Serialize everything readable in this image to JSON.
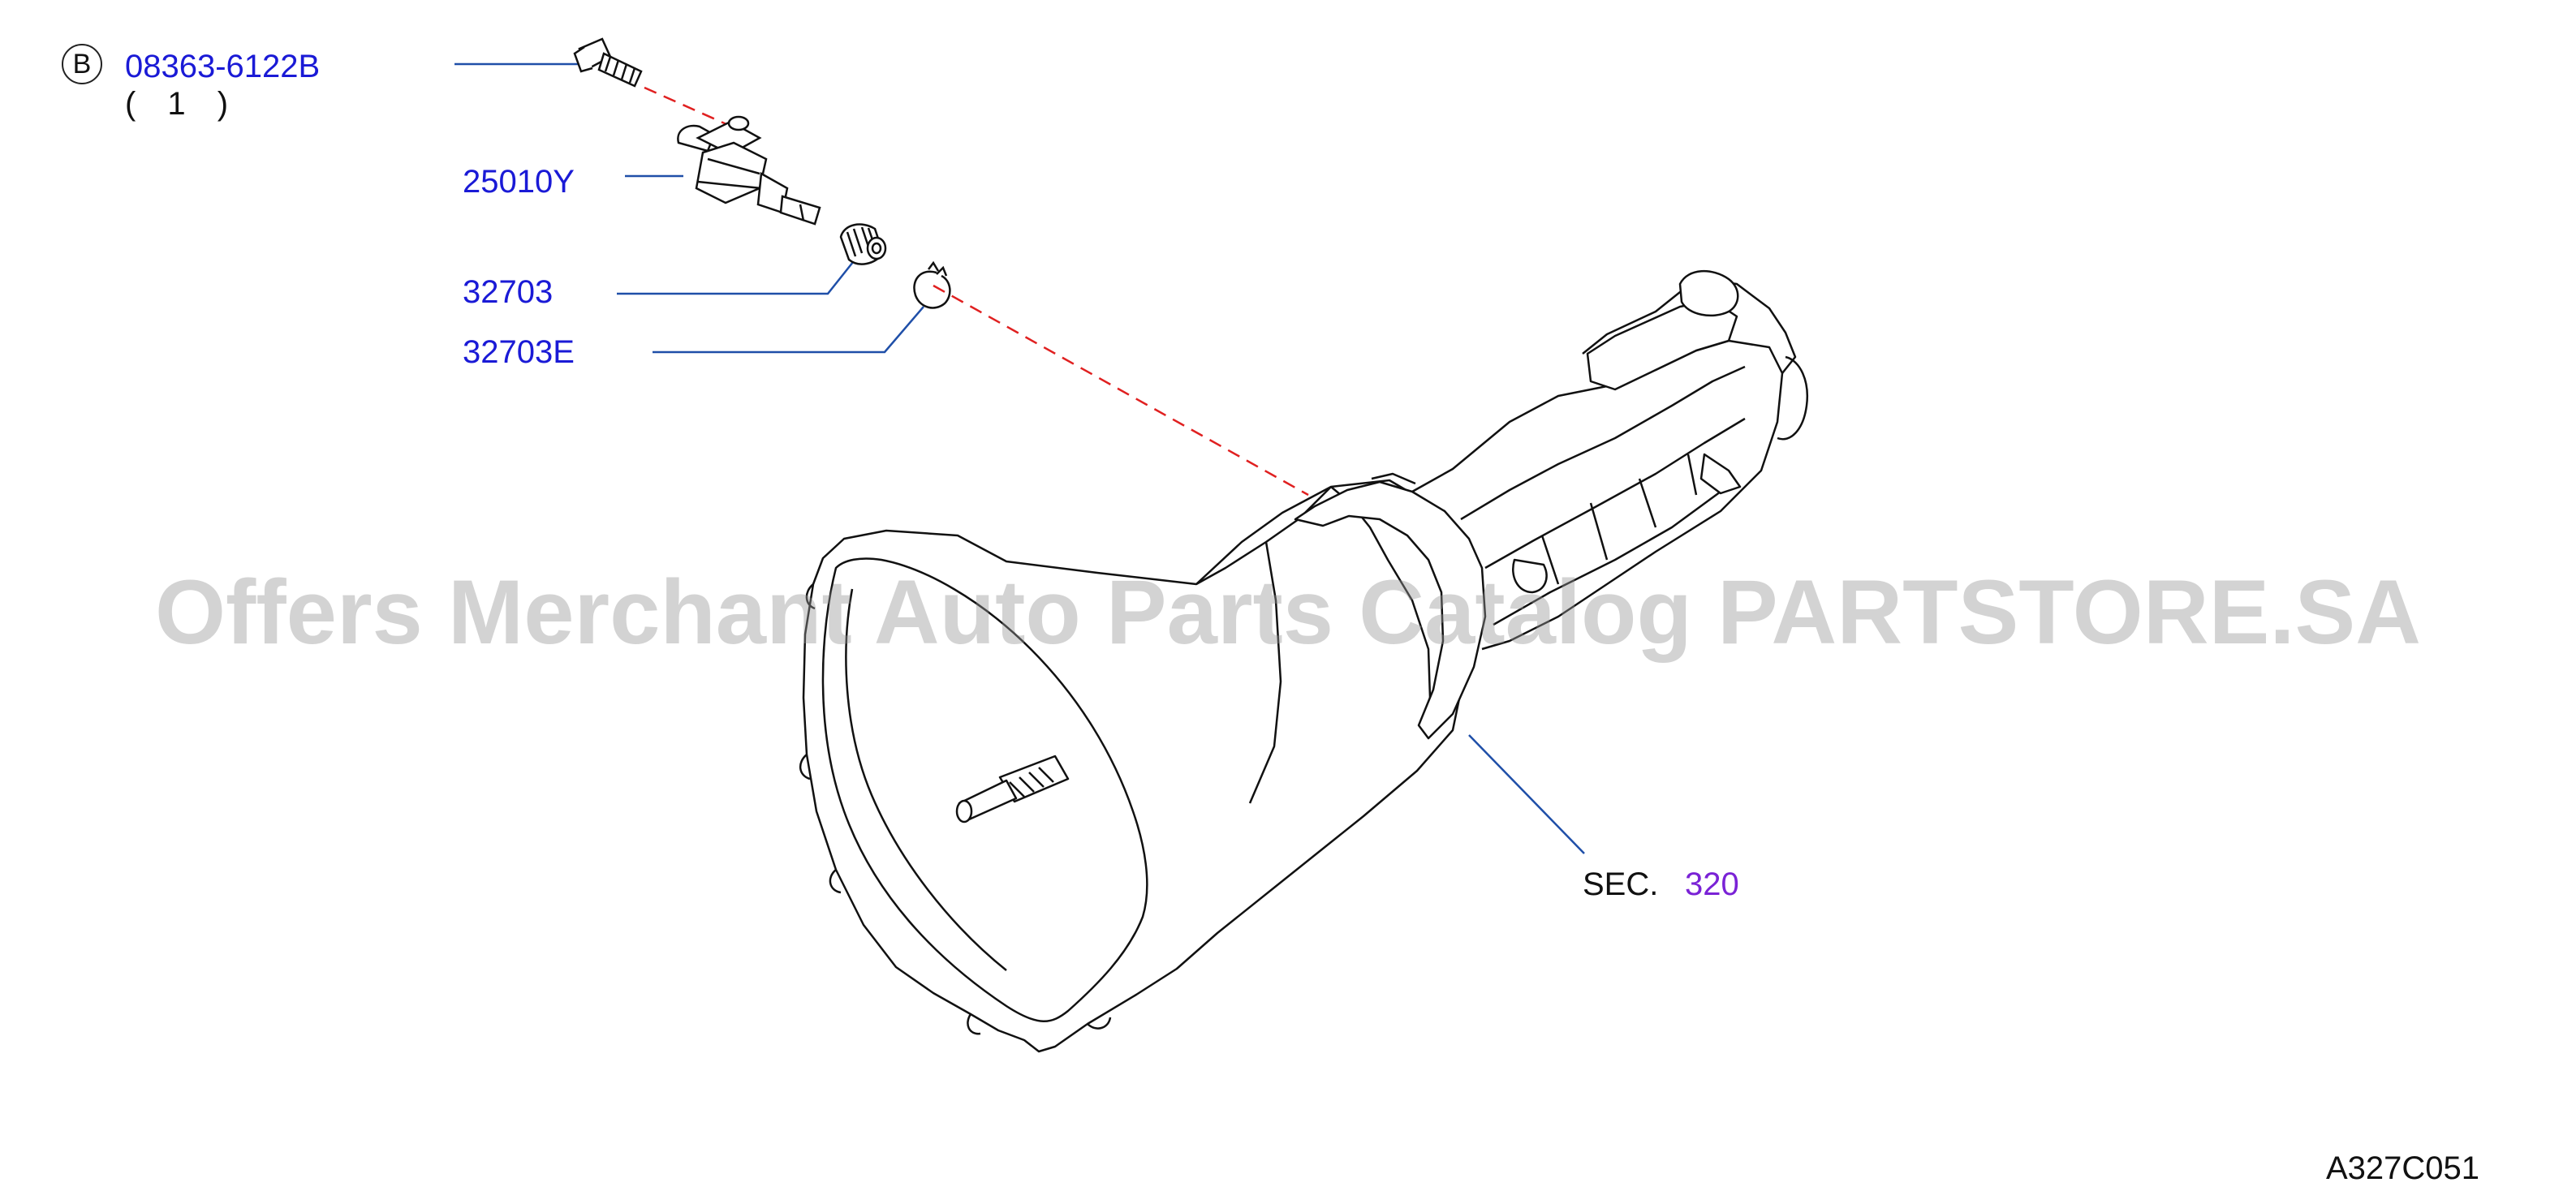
{
  "callouts": {
    "bolt_ref": "B",
    "bolt_part": "08363-6122B",
    "bolt_qty": "( 1 )",
    "sensor_part": "25010Y",
    "gear_part": "32703",
    "clip_part": "32703E",
    "section_prefix": "SEC.",
    "section_number": "320"
  },
  "diagram_code": "A327C051",
  "watermark": "Offers Merchant Auto Parts Catalog PARTSTORE.SA",
  "colors": {
    "part_number": "#1a1ad6",
    "section_link": "#7a22d6",
    "leader_line": "#1f4fa8",
    "dashed_line": "#e02020",
    "drawing": "#111111",
    "watermark": "#969696"
  },
  "icons": [
    "circle-b-badge-icon",
    "bolt-icon",
    "speed-sensor-icon",
    "pinion-gear-icon",
    "snap-ring-icon",
    "transmission-icon"
  ]
}
